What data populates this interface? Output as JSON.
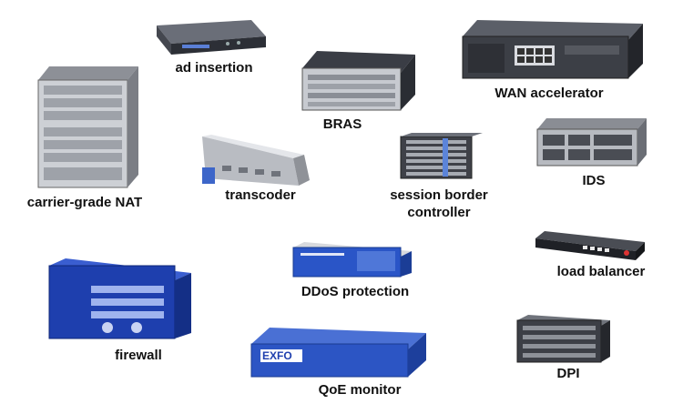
{
  "devices": [
    {
      "key": "ad_insertion",
      "label": "ad insertion",
      "icon": "rack-1u-appliance-icon"
    },
    {
      "key": "bras",
      "label": "BRAS",
      "icon": "chassis-router-icon"
    },
    {
      "key": "wan_accelerator",
      "label": "WAN accelerator",
      "icon": "network-appliance-icon"
    },
    {
      "key": "carrier_grade_nat",
      "label": "carrier-grade NAT",
      "icon": "tall-chassis-icon"
    },
    {
      "key": "transcoder",
      "label": "transcoder",
      "icon": "blade-module-icon"
    },
    {
      "key": "session_border_controller",
      "label": "session border controller",
      "icon": "rack-cabinet-icon"
    },
    {
      "key": "ids",
      "label": "IDS",
      "icon": "security-appliance-icon"
    },
    {
      "key": "load_balancer",
      "label": "load balancer",
      "icon": "load-balancer-appliance-icon"
    },
    {
      "key": "ddos_protection",
      "label": "DDoS protection",
      "icon": "ddos-appliance-icon"
    },
    {
      "key": "firewall",
      "label": "firewall",
      "icon": "firewall-chassis-icon"
    },
    {
      "key": "qoe_monitor",
      "label": "QoE monitor",
      "icon": "probe-appliance-icon",
      "brand": "EXFO"
    },
    {
      "key": "dpi",
      "label": "DPI",
      "icon": "dpi-chassis-icon"
    }
  ],
  "colors": {
    "blue": "#1e3fae",
    "dark": "#2b2d33",
    "silver": "#c9ccd1"
  }
}
